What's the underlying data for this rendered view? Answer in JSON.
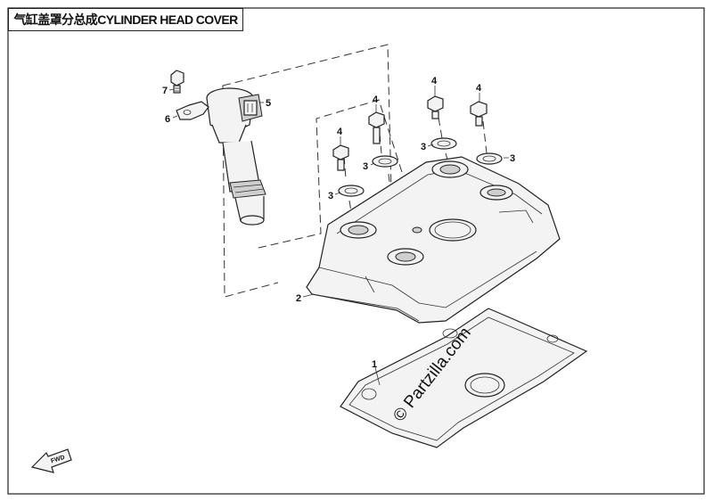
{
  "diagram": {
    "title": "气缸盖罩分总成CYLINDER HEAD COVER",
    "watermark": "© Partzilla.com",
    "direction_label": "FWD",
    "callouts": [
      {
        "id": "c1",
        "label": "1"
      },
      {
        "id": "c2",
        "label": "2"
      },
      {
        "id": "c3a",
        "label": "3"
      },
      {
        "id": "c3b",
        "label": "3"
      },
      {
        "id": "c3c",
        "label": "3"
      },
      {
        "id": "c3d",
        "label": "3"
      },
      {
        "id": "c4a",
        "label": "4"
      },
      {
        "id": "c4b",
        "label": "4"
      },
      {
        "id": "c4c",
        "label": "4"
      },
      {
        "id": "c4d",
        "label": "4"
      },
      {
        "id": "c5",
        "label": "5"
      },
      {
        "id": "c6",
        "label": "6"
      },
      {
        "id": "c7",
        "label": "7"
      }
    ]
  }
}
